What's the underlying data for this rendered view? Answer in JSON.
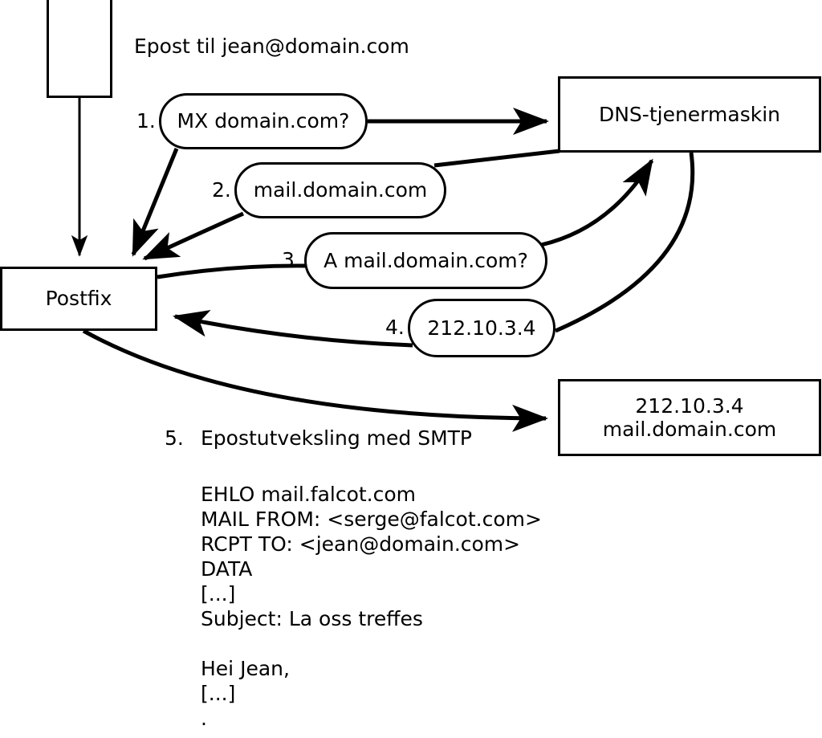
{
  "diagram": {
    "caption": "Epost til jean@domain.com",
    "nodes": {
      "client": {
        "label": ""
      },
      "postfix": {
        "label": "Postfix"
      },
      "dns": {
        "label": "DNS-tjenermaskin"
      },
      "mailserver": {
        "line1": "212.10.3.4",
        "line2": "mail.domain.com"
      }
    },
    "steps": [
      {
        "num": "1.",
        "text": "MX domain.com?"
      },
      {
        "num": "2.",
        "text": "mail.domain.com"
      },
      {
        "num": "3.",
        "text": "A mail.domain.com?"
      },
      {
        "num": "4.",
        "text": "212.10.3.4"
      }
    ],
    "step5": {
      "num": "5.",
      "text": "Epostutveksling med SMTP"
    },
    "transcript": [
      "EHLO mail.falcot.com",
      "MAIL FROM: <serge@falcot.com>",
      "RCPT TO: <jean@domain.com>",
      "DATA",
      "[...]",
      "Subject: La oss treffes",
      "",
      "Hei Jean,",
      "[...]",
      "."
    ],
    "colors": {
      "stroke": "#000000",
      "fill": "#ffffff",
      "text": "#000000"
    }
  }
}
